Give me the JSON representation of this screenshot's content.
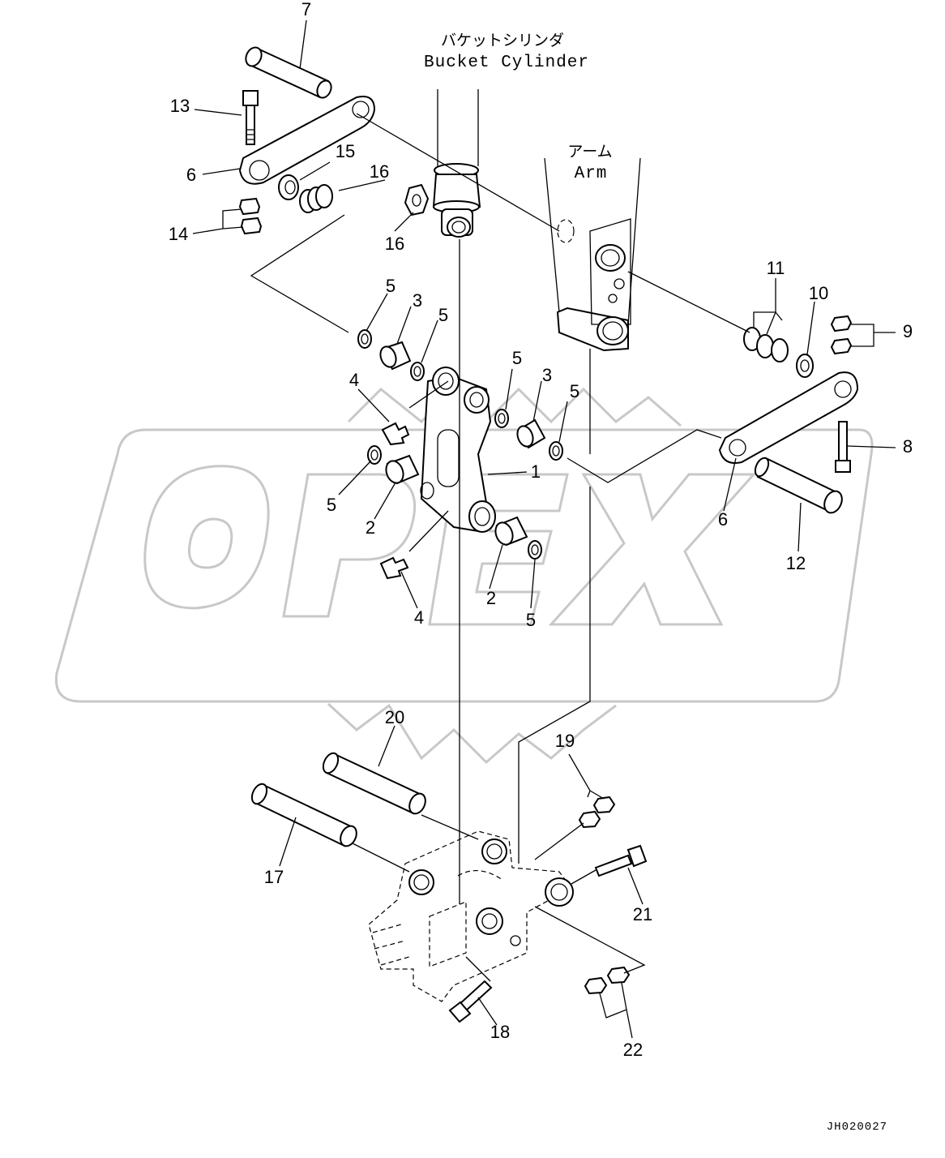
{
  "labels": {
    "bucket_cylinder_jp": "バケットシリンダ",
    "bucket_cylinder_en": "Bucket Cylinder",
    "arm_jp": "アーム",
    "arm_en": "Arm"
  },
  "callouts": [
    "7",
    "13",
    "6",
    "15",
    "16",
    "14",
    "16",
    "5",
    "3",
    "5",
    "4",
    "5",
    "3",
    "5",
    "5",
    "2",
    "1",
    "4",
    "2",
    "5",
    "11",
    "10",
    "9",
    "8",
    "6",
    "12",
    "20",
    "19",
    "17",
    "21",
    "18",
    "22"
  ],
  "drawing_code": "JH020027",
  "watermark_icon": "opex-logo-gear-watermark"
}
